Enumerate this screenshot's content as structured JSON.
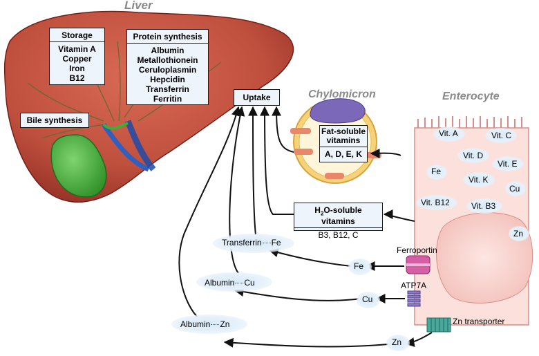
{
  "titles": {
    "liver": "Liver",
    "chylomicron": "Chylomicron",
    "enterocyte": "Enterocyte"
  },
  "storage": {
    "heading": "Storage",
    "items": [
      "Vitamin A",
      "Copper",
      "Iron",
      "B12"
    ]
  },
  "protein_synthesis": {
    "heading": "Protein synthesis",
    "items": [
      "Albumin",
      "Metallothionein",
      "Ceruloplasmin",
      "Hepcidin",
      "Transferrin",
      "Ferritin"
    ]
  },
  "bile_synthesis": "Bile synthesis",
  "uptake": "Uptake",
  "fat_soluble": {
    "heading_line1": "Fat-soluble",
    "heading_line2": "vitamins",
    "content": "A, D, E, K"
  },
  "water_soluble": {
    "heading_prefix": "H",
    "heading_sub": "2",
    "heading_suffix": "O-soluble vitamins",
    "content": "B3, B12, C"
  },
  "cell_labels": [
    "Vit. A",
    "Vit. C",
    "Vit. D",
    "Vit. E",
    "Fe",
    "Vit. K",
    "Cu",
    "Vit. B12",
    "Vit. B3",
    "Zn"
  ],
  "transporters": {
    "ferroportin": "Ferroportin",
    "atp7a": "ATP7A",
    "zn_transporter": "Zn transporter"
  },
  "ions": {
    "fe": "Fe",
    "cu": "Cu",
    "zn": "Zn"
  },
  "complexes": {
    "transferrin_fe": [
      "Transferrin",
      "Fe"
    ],
    "albumin_cu": [
      "Albumin",
      "Cu"
    ],
    "albumin_zn": [
      "Albumin",
      "Zn"
    ]
  },
  "colors": {
    "liver": "#c0503e",
    "liver_dark": "#8e2c22",
    "gallbladder": "#3fae35",
    "enterocyte": "#fbe0dc",
    "chylomicron_shell": "#f2c35a",
    "chylomicron_cap": "#7b68b8",
    "apoprotein": "#e8876a"
  }
}
